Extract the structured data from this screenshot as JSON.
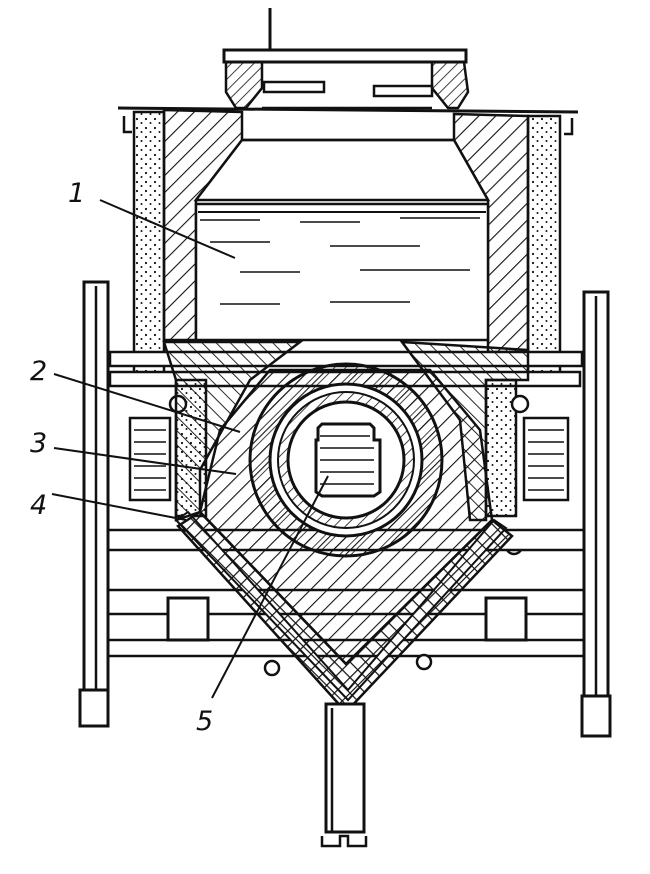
{
  "diagram": {
    "callouts": [
      {
        "id": "callout-1",
        "text": "1"
      },
      {
        "id": "callout-2",
        "text": "2"
      },
      {
        "id": "callout-3",
        "text": "3"
      },
      {
        "id": "callout-4",
        "text": "4"
      },
      {
        "id": "callout-5",
        "text": "5"
      }
    ],
    "colors": {
      "ink": "#111111",
      "paper": "#ffffff",
      "glass": "#ffffff"
    }
  }
}
